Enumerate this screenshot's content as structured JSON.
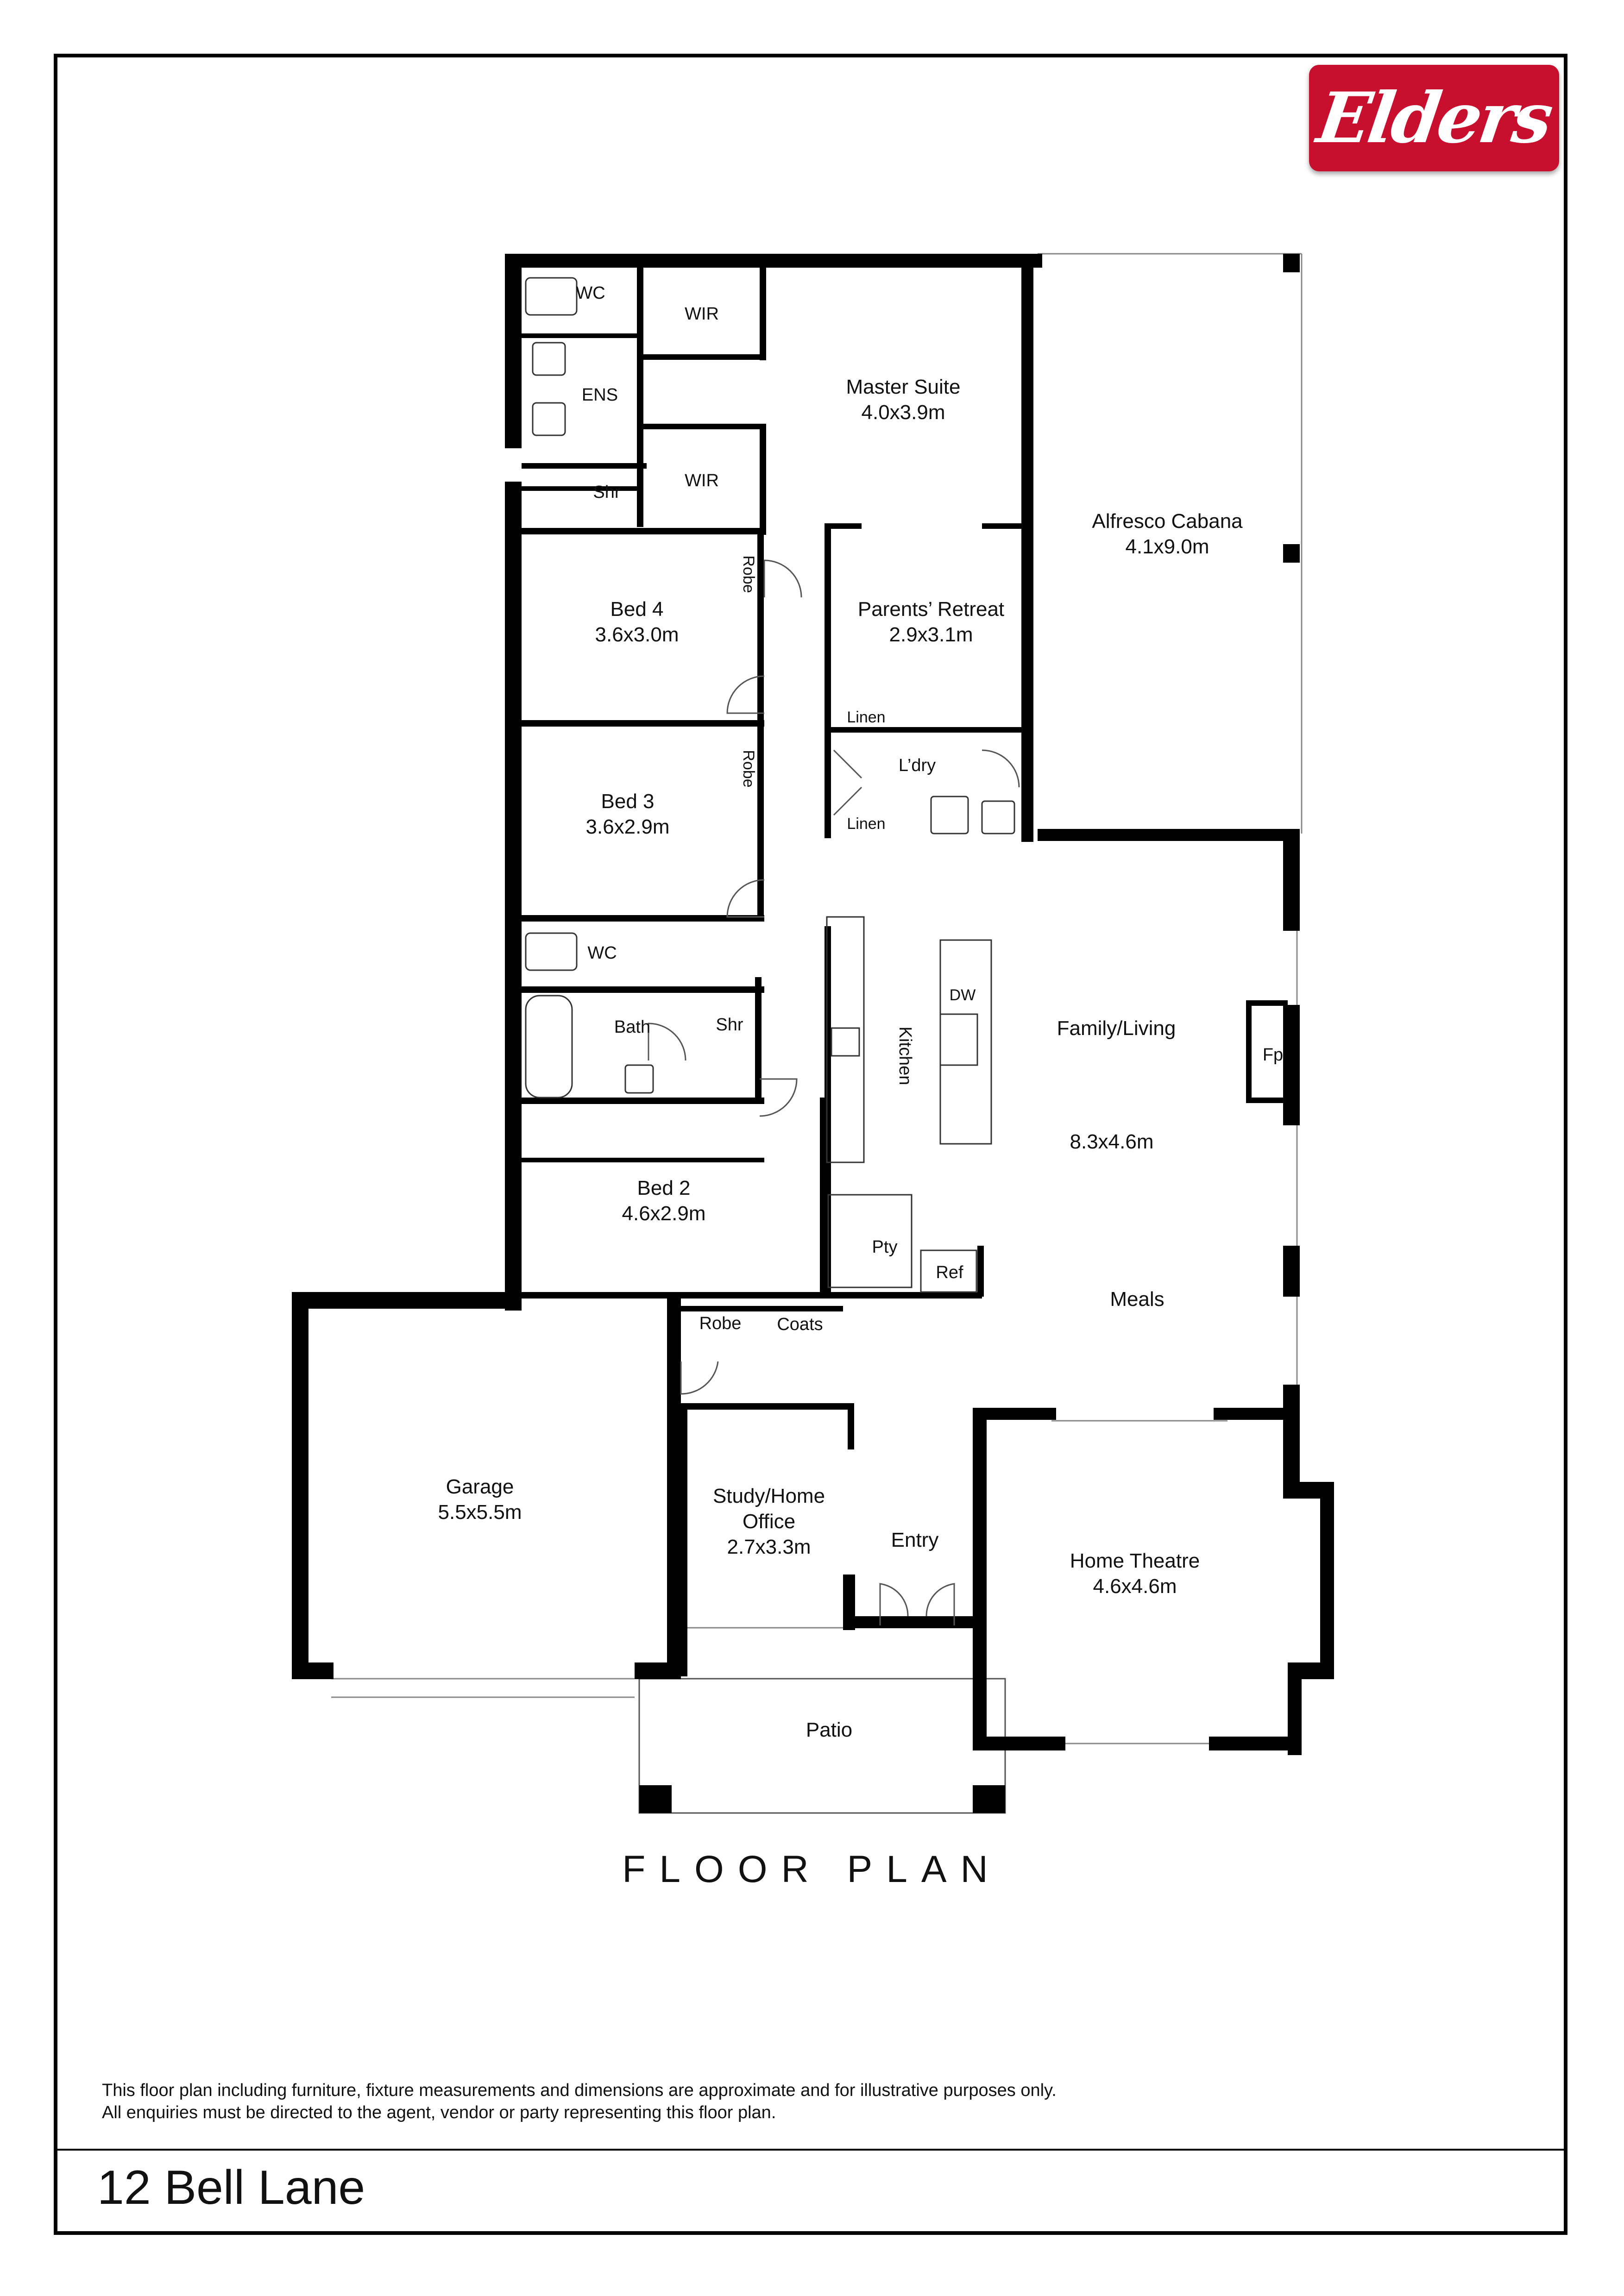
{
  "brand": {
    "logo_text": "Elders",
    "color": "#c8102e"
  },
  "plan_title": "FLOOR PLAN",
  "rooms": {
    "wc_top": "WC",
    "wir_top": "WIR",
    "ens": "ENS",
    "wir_bottom": "WIR",
    "shr_top": "Shr",
    "master_name": "Master Suite",
    "master_size": "4.0x3.9m",
    "alfresco_name": "Alfresco Cabana",
    "alfresco_size": "4.1x9.0m",
    "robe_bed4": "Robe",
    "bed4_name": "Bed 4",
    "bed4_size": "3.6x3.0m",
    "retreat_name": "Parents’ Retreat",
    "retreat_size": "2.9x3.1m",
    "linen_top": "Linen",
    "laundry": "L’dry",
    "linen_bottom": "Linen",
    "robe_bed3": "Robe",
    "bed3_name": "Bed 3",
    "bed3_size": "3.6x2.9m",
    "wc_mid": "WC",
    "bath": "Bath",
    "shr_mid": "Shr",
    "kitchen": "Kitchen",
    "dw": "DW",
    "family_name": "Family/Living",
    "family_size": "8.3x4.6m",
    "fp": "Fp",
    "bed2_name": "Bed 2",
    "bed2_size": "4.6x2.9m",
    "pty": "Pty",
    "ref": "Ref",
    "meals": "Meals",
    "robe_hall": "Robe",
    "coats": "Coats",
    "garage_name": "Garage",
    "garage_size": "5.5x5.5m",
    "study_line1": "Study/Home",
    "study_line2": "Office",
    "study_size": "2.7x3.3m",
    "entry": "Entry",
    "theatre_name": "Home Theatre",
    "theatre_size": "4.6x4.6m",
    "patio": "Patio"
  },
  "disclaimer": {
    "line1": "This floor plan including furniture, fixture measurements and dimensions are approximate and for illustrative purposes only.",
    "line2": "All enquiries must be directed to the agent, vendor or party representing this floor plan."
  },
  "address": "12 Bell Lane"
}
